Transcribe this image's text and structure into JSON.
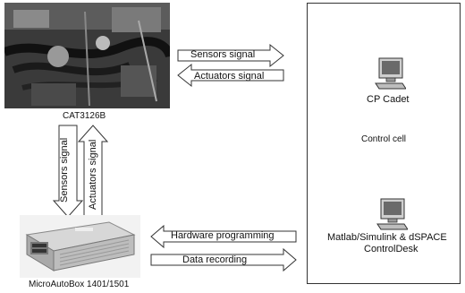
{
  "engine": {
    "caption": "CAT3126B"
  },
  "ecu": {
    "caption": "MicroAutoBox 1401/1501"
  },
  "control_cell": {
    "title": "Control cell",
    "pc1_label": "CP Cadet",
    "pc2_label_line1": "Matlab/Simulink & dSPACE",
    "pc2_label_line2": "ControlDesk"
  },
  "arrows": {
    "sensors_right": "Sensors signal",
    "actuators_left": "Actuators signal",
    "sensors_down": "Sensors signal",
    "actuators_up": "Actuators signal",
    "hardware_programming": "Hardware programming",
    "data_recording": "Data recording"
  },
  "icons": {
    "computer": "computer-icon"
  }
}
